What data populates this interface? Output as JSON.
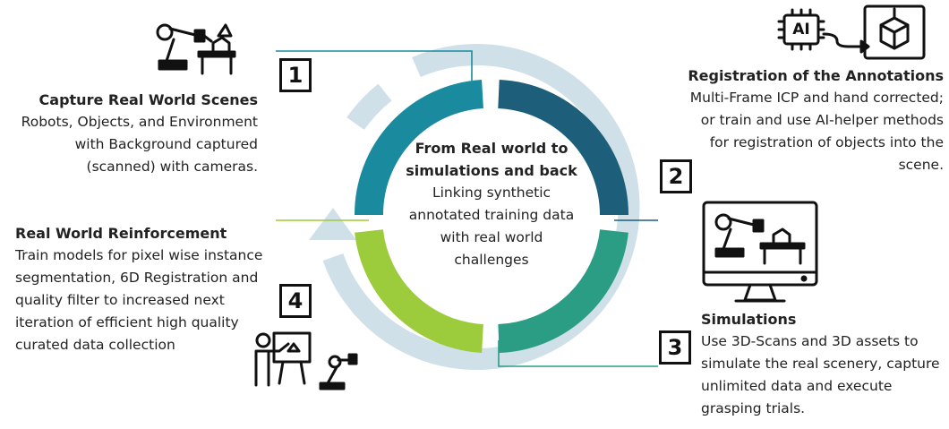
{
  "center": {
    "title_line1": "From Real world to",
    "title_line2": "simulations and back",
    "lines": [
      "Linking synthetic",
      "annotated training data",
      "with real world",
      "challenges"
    ]
  },
  "steps": [
    {
      "number": "1",
      "title": "Capture Real World Scenes",
      "lines": [
        "Robots, Objects, and Environment",
        "with Background captured",
        "(scanned) with cameras."
      ],
      "icon": "robot-arm-with-table-icon"
    },
    {
      "number": "2",
      "title": "Registration of the Annotations",
      "lines": [
        "Multi-Frame ICP and hand corrected;",
        "or train and use AI-helper methods",
        "for registration of objects into the",
        "scene."
      ],
      "icon": "ai-chip-to-3d-cube-icon",
      "icon_label": "AI"
    },
    {
      "number": "3",
      "title": "Simulations",
      "lines": [
        "Use 3D-Scans and 3D assets to",
        "simulate the real scenery, capture",
        "unlimited data and execute",
        "grasping trials."
      ],
      "icon": "monitor-with-robot-simulation-icon"
    },
    {
      "number": "4",
      "title": "Real World Reinforcement",
      "lines": [
        "Train models for pixel wise instance",
        "segmentation, 6D Registration and",
        "quality filter to increased next",
        "iteration of efficient high quality",
        "curated data collection"
      ],
      "icon": "presenter-with-robot-icon"
    }
  ],
  "colors": {
    "segment1": "#1a8a9e",
    "segment2": "#1d5f7a",
    "segment3": "#2a9d84",
    "segment4": "#9ccb3b",
    "outer_ring": "#cfe0e8",
    "leader1": "#1a8a9e",
    "leader2": "#1d5f7a",
    "leader3": "#2a9d84",
    "leader4": "#9ccb3b"
  }
}
